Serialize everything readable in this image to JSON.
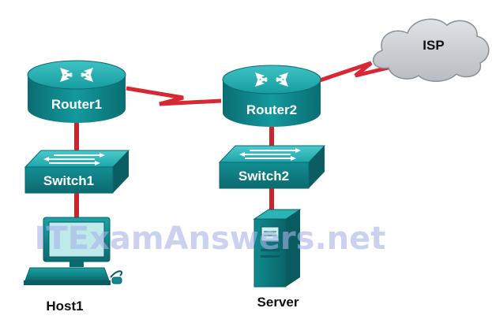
{
  "routers": [
    {
      "id": "router1",
      "label": "Router1"
    },
    {
      "id": "router2",
      "label": "Router2"
    }
  ],
  "switches": [
    {
      "id": "switch1",
      "label": "Switch1"
    },
    {
      "id": "switch2",
      "label": "Switch2"
    }
  ],
  "end_devices": [
    {
      "id": "host1",
      "label": "Host1"
    },
    {
      "id": "server",
      "label": "Server"
    }
  ],
  "cloud": {
    "label": "ISP"
  },
  "watermark": {
    "text": "ITExamAnswers.net"
  },
  "colors": {
    "device_teal": "#0f8a8f",
    "device_teal_dark": "#0b6a6f",
    "device_teal_light": "#2cb3b6",
    "ethernet_link": "#c8252e",
    "serial_link": "#d72834",
    "cloud_fill": "#c9cdd2",
    "watermark": "#a9b4e6"
  }
}
